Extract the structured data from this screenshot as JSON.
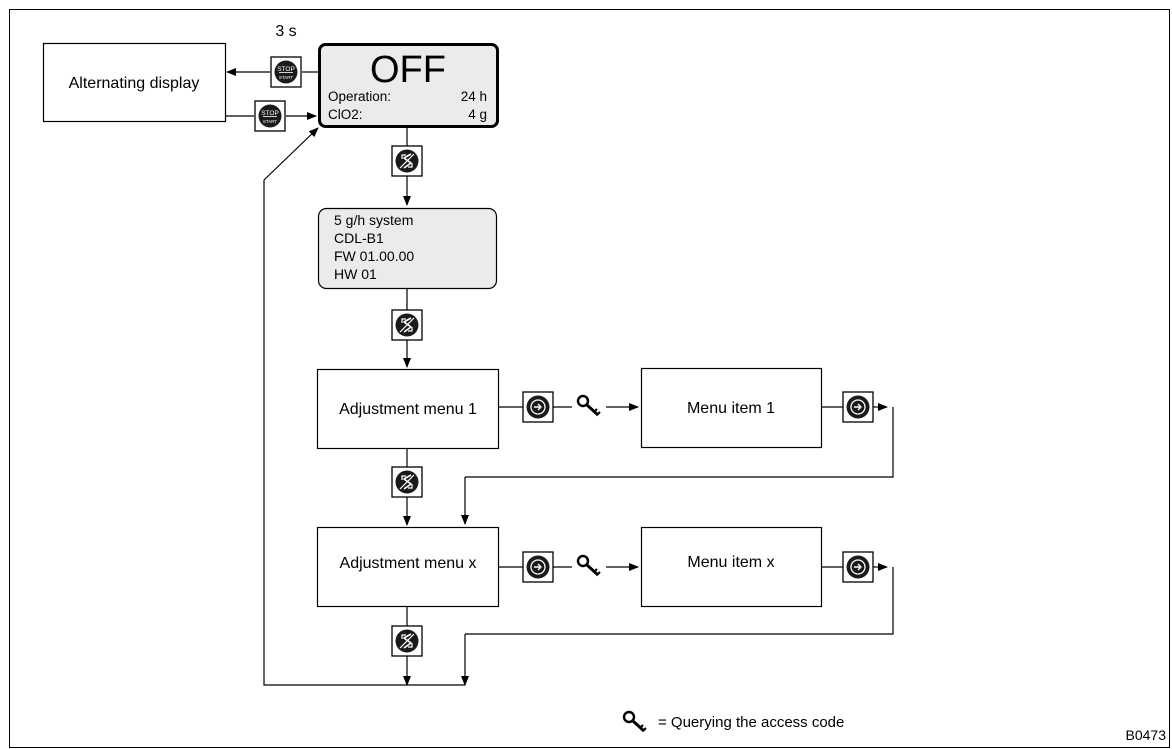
{
  "diagram": {
    "figure_id": "B0473",
    "alternating_display": "Alternating display",
    "hold_time": "3 s",
    "stop_start_key": {
      "top": "STOP",
      "bottom": "START"
    },
    "main_display": {
      "state": "OFF",
      "operation_label": "Operation:",
      "operation_value": "24 h",
      "clo2_label": "ClO2:",
      "clo2_value": "4 g"
    },
    "info_display": {
      "line1": "5 g/h system",
      "line2": "CDL-B1",
      "line3": "FW 01.00.00",
      "line4": "HW 01"
    },
    "menu1": "Adjustment menu 1",
    "menux": "Adjustment menu x",
    "item1": "Menu item 1",
    "itemx": "Menu item x",
    "legend": {
      "symbol": "key-icon",
      "text": "= Querying the access code"
    }
  }
}
